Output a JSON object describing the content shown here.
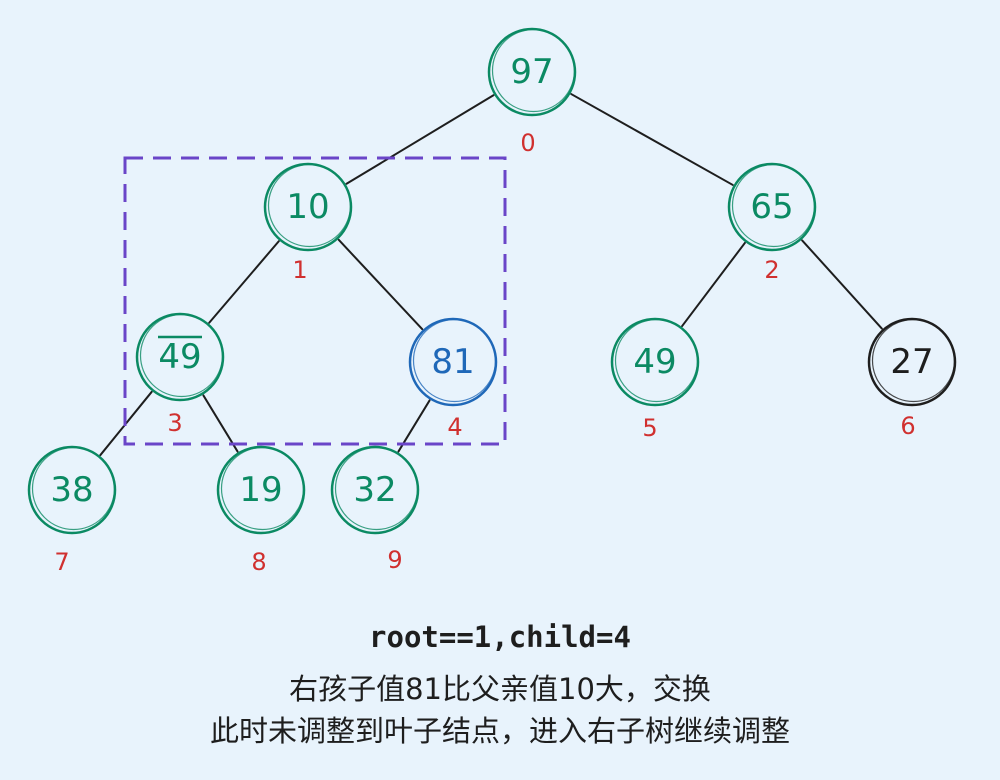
{
  "colors": {
    "background": "#e8f3fc",
    "default_node": "#0b8a63",
    "highlight_node": "#1f68b8",
    "plain_node": "#1e1e1e",
    "index_label": "#d0302f",
    "selection_box": "#6a45c8",
    "edge": "#1e1e1e"
  },
  "nodes": [
    {
      "index": "0",
      "value": "97",
      "style": "default_node"
    },
    {
      "index": "1",
      "value": "10",
      "style": "default_node"
    },
    {
      "index": "2",
      "value": "65",
      "style": "default_node"
    },
    {
      "index": "3",
      "value": "49",
      "style": "default_node",
      "overline": true
    },
    {
      "index": "4",
      "value": "81",
      "style": "highlight_node"
    },
    {
      "index": "5",
      "value": "49",
      "style": "default_node"
    },
    {
      "index": "6",
      "value": "27",
      "style": "plain_node"
    },
    {
      "index": "7",
      "value": "38",
      "style": "default_node"
    },
    {
      "index": "8",
      "value": "19",
      "style": "default_node"
    },
    {
      "index": "9",
      "value": "32",
      "style": "default_node"
    }
  ],
  "edges": [
    [
      "0",
      "1"
    ],
    [
      "0",
      "2"
    ],
    [
      "1",
      "3"
    ],
    [
      "1",
      "4"
    ],
    [
      "2",
      "5"
    ],
    [
      "2",
      "6"
    ],
    [
      "3",
      "7"
    ],
    [
      "3",
      "8"
    ],
    [
      "4",
      "9"
    ]
  ],
  "selection_box": {
    "contains": [
      "1",
      "3",
      "4"
    ]
  },
  "caption": {
    "line1": "root==1,child=4",
    "line2": "右孩子值81比父亲值10大，交换",
    "line3": "此时未调整到叶子结点，进入右子树继续调整"
  }
}
